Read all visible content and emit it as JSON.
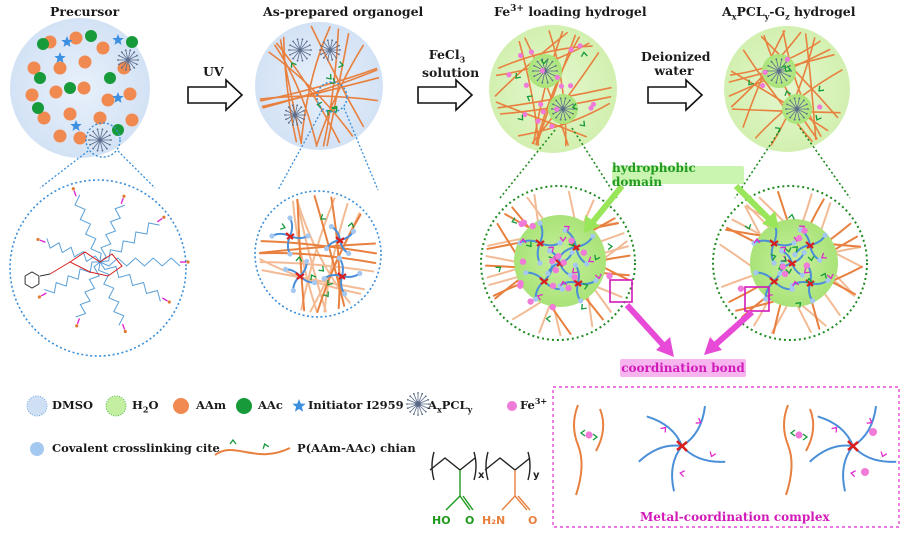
{
  "stages": [
    {
      "title": "Precursor"
    },
    {
      "title": "As-prepared organogel"
    },
    {
      "title_pre": "Fe",
      "title_sup": "3+",
      "title_post": " loading hydrogel"
    },
    {
      "title_a": "A",
      "title_x": "x",
      "title_b": "PCL",
      "title_y": "y",
      "title_c": "-G",
      "title_z": "z",
      "title_d": " hydrogel"
    }
  ],
  "arrows": {
    "uv": "UV",
    "fecl3_a": "FeCl",
    "fecl3_sub": "3",
    "fecl3_b": "solution",
    "water_a": "Deionized",
    "water_b": "water"
  },
  "callouts": {
    "hydrophobic": "hydrophobic domain",
    "coordination": "coordination bond",
    "metal_complex": "Metal-coordination complex"
  },
  "legend": {
    "dmso": "DMSO",
    "h2o_a": "H",
    "h2o_sub": "2",
    "h2o_b": "O",
    "aam": "AAm",
    "aac": "AAc",
    "initiator": "Initiator I2959",
    "apcl_a": "A",
    "apcl_x": "x",
    "apcl_b": "PCL",
    "apcl_y": "y",
    "fe_a": "Fe",
    "fe_sup": "3+",
    "crosslink": "Covalent crosslinking cite",
    "chain": "P(AAm-AAc) chian",
    "sub_x": "x",
    "sub_y": "y",
    "ho": "HO",
    "o1": "O",
    "h2n": "H₂N",
    "o2": "O"
  },
  "colors": {
    "circle_blue": "#dce8f7",
    "dot_border": "#3a8ed8",
    "green_dot_border": "#1f8a1f",
    "aam": "#f08a50",
    "aac": "#169a3a",
    "star": "#3d8fe0",
    "hydro_green": "#b6eb8c",
    "fe": "#f07ad8",
    "arm": "#4a8fd8",
    "chain": "#e8803f",
    "chain_light": "#f3bb95",
    "magenta": "#e02ad0",
    "red": "#d81e1e"
  }
}
